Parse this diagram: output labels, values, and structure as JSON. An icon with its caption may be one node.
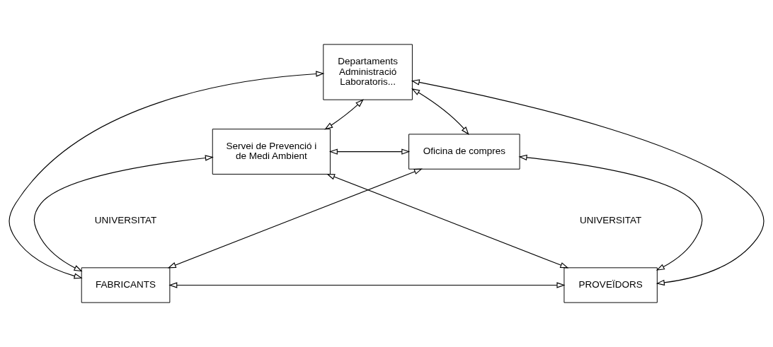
{
  "diagram": {
    "nodes": [
      {
        "text": [
          "Departaments Administració Laboratoris..."
        ]
      },
      {
        "text": [
          "Servei de Prevenció i de Medi Ambient"
        ]
      },
      {
        "text": [
          "Oficina de compres"
        ]
      },
      {
        "text": [
          "FABRICANTS"
        ]
      },
      {
        "text": [
          "PROVEÏDORS"
        ]
      }
    ],
    "edges": [
      {
        "from": 1,
        "to": 0,
        "arrow": "both"
      },
      {
        "from": 0,
        "to": 2,
        "arrow": "both"
      },
      {
        "from": 0,
        "to": 3,
        "arrow": "both"
      },
      {
        "from": 0,
        "to": 4,
        "arrow": "both"
      },
      {
        "from": 1,
        "to": 2,
        "arrow": "both"
      },
      {
        "from": 1,
        "to": 4,
        "arrow": "both"
      },
      {
        "from": 2,
        "to": 3,
        "arrow": "both"
      },
      {
        "from": 1,
        "to": 3,
        "arrow": "both"
      },
      {
        "from": 2,
        "to": 4,
        "arrow": "both"
      },
      {
        "from": 3,
        "to": 4,
        "arrow": "both"
      }
    ],
    "labels": [
      "UNIVERSITAT",
      "UNIVERSITAT"
    ]
  }
}
